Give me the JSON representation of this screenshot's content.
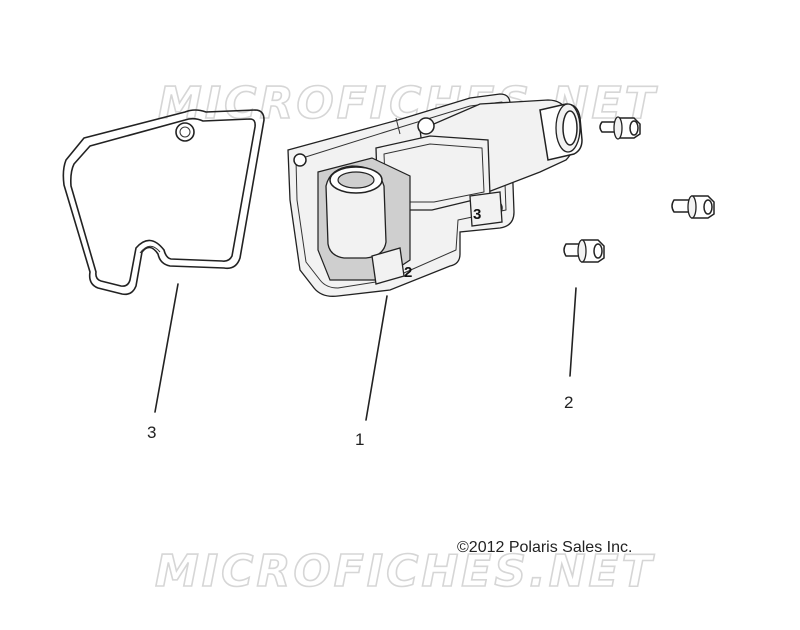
{
  "watermark": {
    "top_text": "MICROFICHES.NET",
    "bottom_text": "MICROFICHES.NET"
  },
  "callouts": {
    "gasket": "3",
    "cover": "1",
    "bolt": "2"
  },
  "on_part_labels": {
    "bolt_hole_a": "2",
    "bolt_hole_b": "3"
  },
  "copyright": "©2012 Polaris Sales Inc."
}
